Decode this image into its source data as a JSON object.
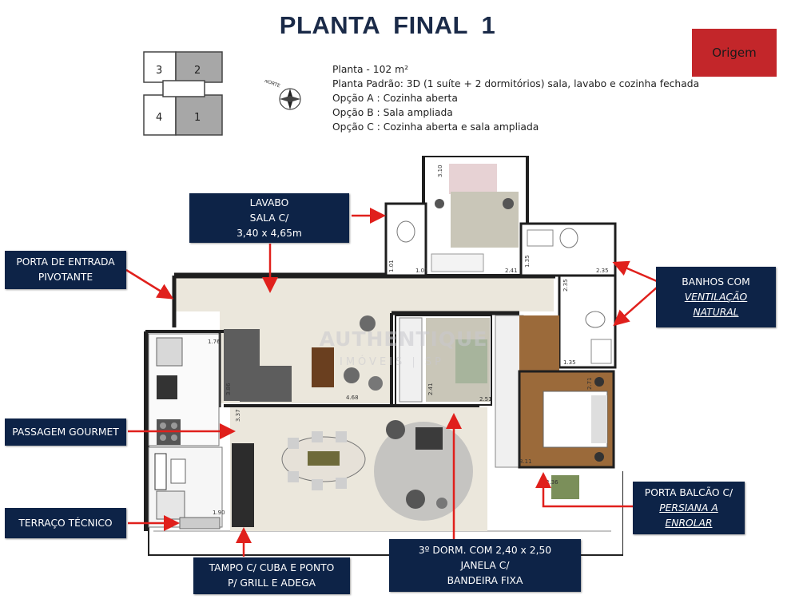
{
  "header": {
    "title": "PLANTA  FINAL 1"
  },
  "logo": {
    "text": "Origem",
    "color": "#c3262a"
  },
  "key_plan": {
    "units": [
      "3",
      "2",
      "4",
      "1"
    ]
  },
  "compass": {
    "label": "NORTE"
  },
  "info": {
    "line1": "Planta -  102 m²",
    "line2": "Planta Padrão: 3D (1 suíte + 2 dormitórios) sala, lavabo e cozinha fechada",
    "line3": "Opção A : Cozinha aberta",
    "line4": "Opção B : Sala ampliada",
    "line5": "Opção C : Cozinha aberta e sala ampliada"
  },
  "labels": {
    "lavabo": {
      "l1": "LAVABO",
      "l2": "SALA C/",
      "l3": "3,40 x 4,65m"
    },
    "porta": {
      "l1": "PORTA DE ENTRADA",
      "l2": "PIVOTANTE"
    },
    "banhos": {
      "l1": "BANHOS COM",
      "l2": "VENTILAÇÃO",
      "l3": "NATURAL"
    },
    "passagem": {
      "l1": "PASSAGEM GOURMET"
    },
    "terraco": {
      "l1": "TERRAÇO TÉCNICO"
    },
    "porta_balcao": {
      "l1": "PORTA BALCÃO C/",
      "l2": "PERSIANA A",
      "l3": "ENROLAR"
    },
    "dorm3": {
      "l1": "3º DORM. COM 2,40 x 2,50",
      "l2": "JANELA C/",
      "l3": "BANDEIRA FIXA"
    },
    "tampo": {
      "l1": "TAMPO C/  CUBA E PONTO",
      "l2": "P/ GRILL E ADEGA"
    }
  },
  "watermark": {
    "l1": "AUTHENTIQUE",
    "l2": "IMÓVEIS | SP"
  },
  "dimensions": [
    "3.10",
    "1.01",
    "1.01",
    "2.41",
    "1.35",
    "2.35",
    "2.35",
    "1.35",
    "1.76",
    "3.86",
    "4.68",
    "2.41",
    "2.51",
    "2.71",
    "3.11",
    "3.37",
    "1.90",
    "2.36"
  ],
  "colors": {
    "label_bg": "#0d2347",
    "arrow": "#e0201c",
    "wall": "#1f1f1f",
    "floor_living": "#ebe7dc",
    "floor_wood": "#9b6a3a"
  }
}
